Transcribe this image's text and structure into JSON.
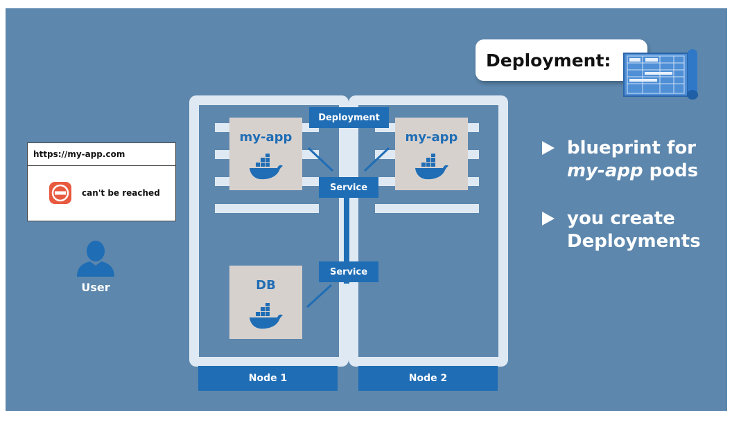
{
  "diagram": {
    "deployment_heading": "Deployment:",
    "node1_label": "Node 1",
    "node2_label": "Node 2",
    "pod_left_title": "my-app",
    "pod_right_title": "my-app",
    "pod_db_title": "DB",
    "deployment_badge": "Deployment",
    "service_badge_top": "Service",
    "service_badge_bottom": "Service"
  },
  "browser": {
    "url": "https://my-app.com",
    "error_text": "can't be reached"
  },
  "user": {
    "label": "User"
  },
  "bullets": {
    "b1_line1": "blueprint for",
    "b1_em": "my-app",
    "b1_rest": " pods",
    "b2_line1": "you create",
    "b2_line2": "Deployments"
  },
  "colors": {
    "background": "#5d87ad",
    "accent_blue": "#1f6db5",
    "frame": "#dfe9f3",
    "pod": "#d7d1ce",
    "error_red": "#e85a3f"
  },
  "icons": [
    "blueprint-icon",
    "docker-whale-icon",
    "no-entry-icon",
    "user-icon",
    "triangle-bullet-icon"
  ]
}
